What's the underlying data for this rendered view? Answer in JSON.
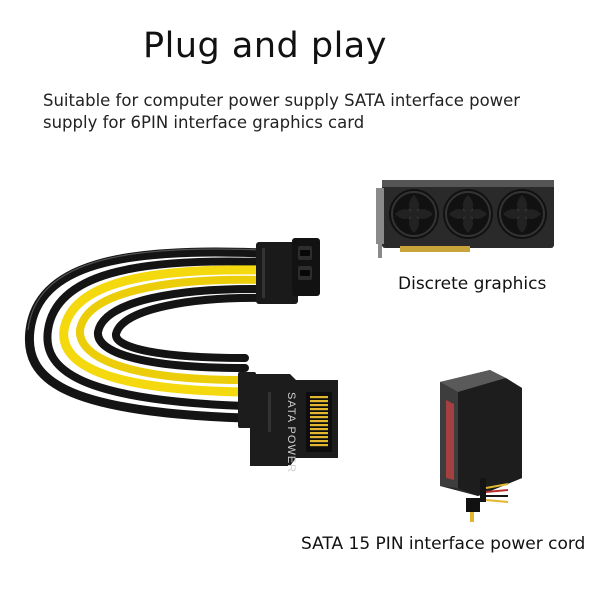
{
  "header": {
    "title": "Plug and play",
    "subtitle": "Suitable for computer power supply SATA interface power supply for 6PIN interface graphics card"
  },
  "connector": {
    "label": "SATA POWER"
  },
  "captions": {
    "gpu": "Discrete graphics",
    "sata": "SATA 15 PIN interface power cord"
  },
  "colors": {
    "cable_black": "#141414",
    "cable_yellow": "#f5d90f",
    "connector_body": "#1c1c1c",
    "pins_gold": "#e3b630"
  }
}
